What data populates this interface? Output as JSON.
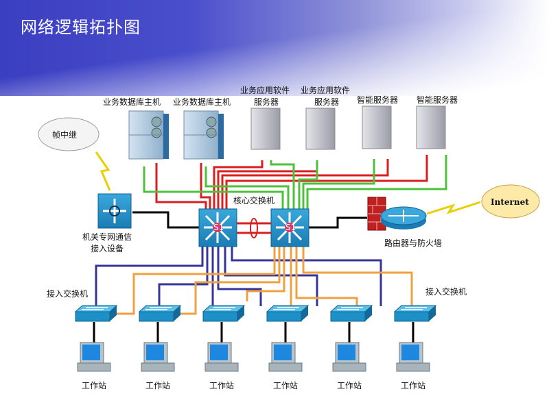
{
  "title": "网络逻辑拓扑图",
  "servers": {
    "db_host_1": "业务数据库主机",
    "db_host_2": "业务数据库主机",
    "app_server_1": [
      "业务应用软件",
      "服务器"
    ],
    "app_server_2": [
      "业务应用软件",
      "服务器"
    ],
    "smart_server_1": "智能服务器",
    "smart_server_2": "智能服务器"
  },
  "frame_relay": "帧中继",
  "comm_device": [
    "机关专网通信",
    "接入设备"
  ],
  "core_switch": "核心交换机",
  "switch_badge": "S1",
  "router_firewall": "路由器与防火墙",
  "internet": "Internet",
  "access_switch_left": "接入交换机",
  "access_switch_right": "接入交换机",
  "workstations": [
    "工作站",
    "工作站",
    "工作站",
    "工作站",
    "工作站",
    "工作站"
  ],
  "colors": {
    "red": "#d81e1e",
    "green": "#4cc23a",
    "blue": "#34349a",
    "orange": "#f0a040",
    "device": "#1e90c8"
  }
}
